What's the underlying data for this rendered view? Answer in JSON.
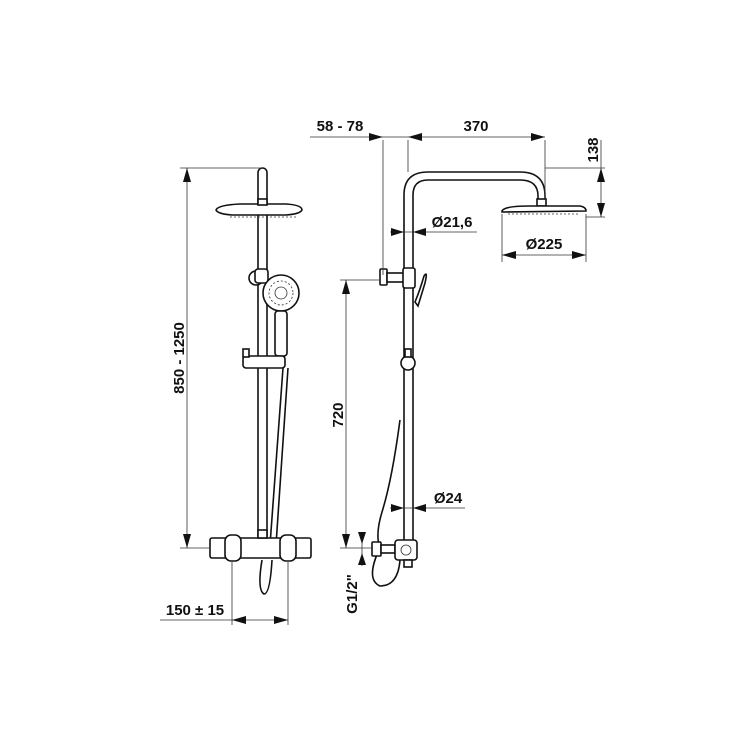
{
  "drawing": {
    "front_view": {
      "height_range": "850 - 1250",
      "mixer_spacing": "150 ± 15"
    },
    "side_view": {
      "wall_offset": "58 - 78",
      "arm_length": "370",
      "head_drop": "138",
      "upper_pipe_diameter": "Ø21,6",
      "head_diameter": "Ø225",
      "rail_height": "720",
      "lower_pipe_diameter": "Ø24",
      "thread": "G1/2\""
    }
  }
}
